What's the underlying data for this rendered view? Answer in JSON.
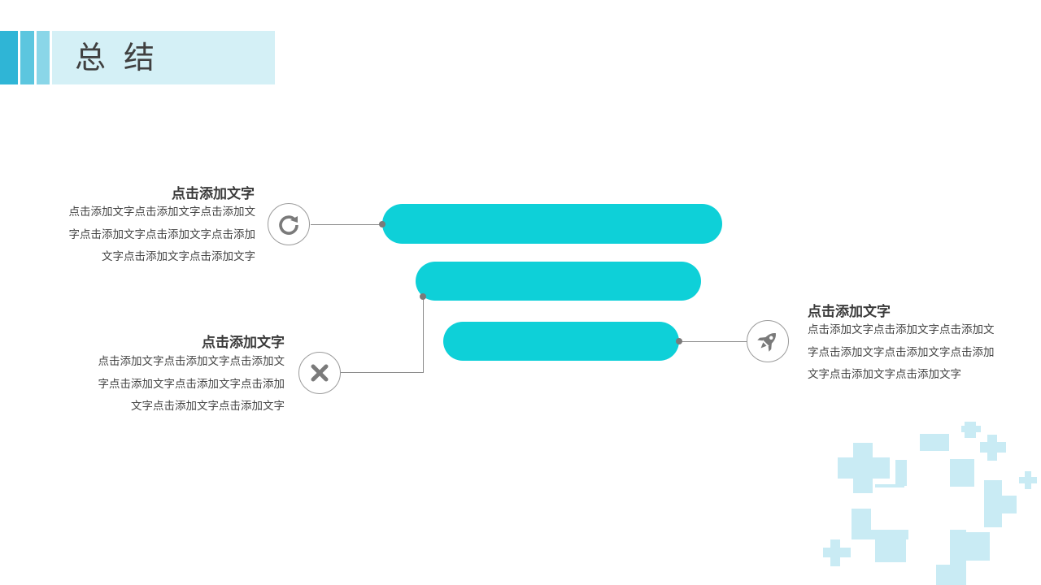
{
  "title": "总结",
  "items": [
    {
      "heading": "点击添加文字",
      "lines": [
        "点击添加文字点击添加文字点击添加文",
        "字点击添加文字点击添加文字点击添加",
        "文字点击添加文字点击添加文字"
      ],
      "icon": "refresh-icon"
    },
    {
      "heading": "点击添加文字",
      "lines": [
        "点击添加文字点击添加文字点击添加文",
        "字点击添加文字点击添加文字点击添加",
        "文字点击添加文字点击添加文字"
      ],
      "icon": "close-icon"
    },
    {
      "heading": "点击添加文字",
      "lines": [
        "点击添加文字点击添加文字点击添加文",
        "字点击添加文字点击添加文字点击添加",
        "文字点击添加文字点击添加文字"
      ],
      "icon": "rocket-icon"
    }
  ],
  "colors": {
    "accent": "#0ed0d8",
    "title_band": "#d4f0f6",
    "deco": "#c9ebf4",
    "connector": "#8a8a8a"
  }
}
